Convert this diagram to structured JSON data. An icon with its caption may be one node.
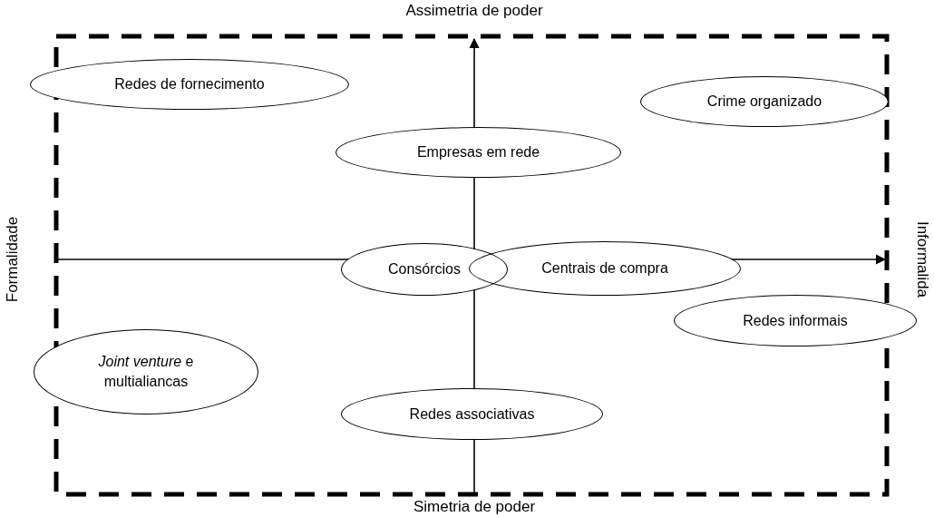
{
  "diagram": {
    "nodes": [
      {
        "text": [
          "Redes de fornecimento"
        ]
      },
      {
        "text": [
          "Crime organizado"
        ]
      },
      {
        "text": [
          "Empresas em rede"
        ]
      },
      {
        "text": [
          "Consórcios"
        ]
      },
      {
        "text": [
          "Centrais de compra"
        ]
      },
      {
        "text": [
          "Redes informais"
        ]
      },
      {
        "text": [
          "*Joint venture* e multialiancas"
        ]
      },
      {
        "text": [
          "Redes associativas"
        ]
      }
    ],
    "labels": [
      "Assimetria de poder",
      "Formalidade",
      "Informalida",
      "Simetria de poder"
    ]
  }
}
